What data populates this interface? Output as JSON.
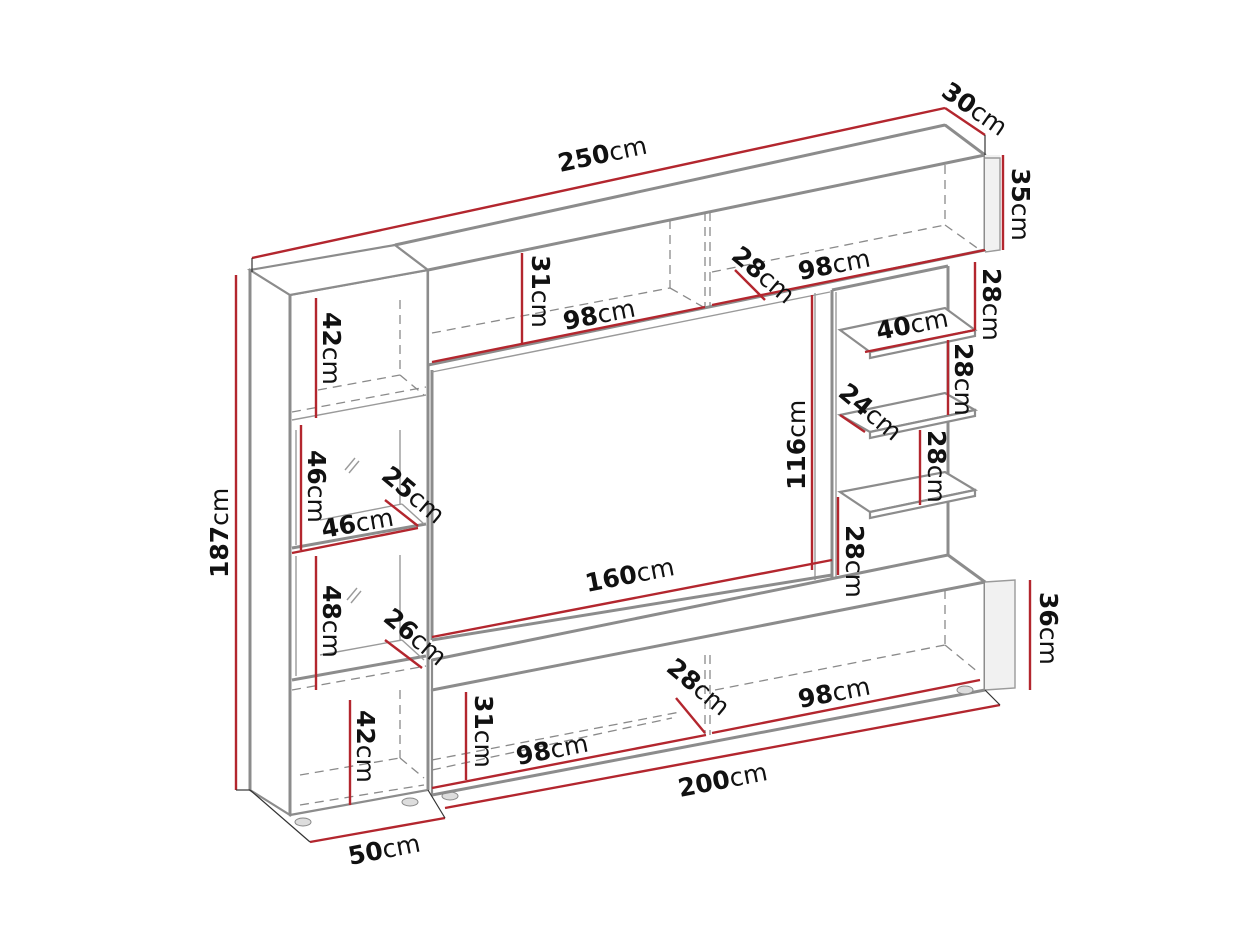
{
  "diagram": {
    "subject": "TV wall unit furniture dimensions",
    "colors": {
      "dimension_line": "#b3262e",
      "outline": "#8c8c8c",
      "text": "#111111",
      "background": "#ffffff"
    },
    "overall": {
      "width": {
        "value": "250",
        "unit": "cm"
      },
      "depth_top": {
        "value": "30",
        "unit": "cm"
      },
      "height": {
        "value": "187",
        "unit": "cm"
      },
      "bottom_depth": {
        "value": "50",
        "unit": "cm"
      },
      "bottom_width": {
        "value": "200",
        "unit": "cm"
      }
    },
    "top_cabinet": {
      "height_right": {
        "value": "35",
        "unit": "cm"
      },
      "inner_height": {
        "value": "31",
        "unit": "cm"
      },
      "left_compartment_width": {
        "value": "98",
        "unit": "cm"
      },
      "right_compartment_width": {
        "value": "98",
        "unit": "cm"
      },
      "depth": {
        "value": "28",
        "unit": "cm"
      }
    },
    "left_tower": {
      "top_compartment_height": {
        "value": "42",
        "unit": "cm"
      },
      "glass_section_1_height": {
        "value": "46",
        "unit": "cm"
      },
      "glass_section_1_width": {
        "value": "46",
        "unit": "cm"
      },
      "glass_section_1_depth": {
        "value": "25",
        "unit": "cm"
      },
      "glass_section_2_height": {
        "value": "48",
        "unit": "cm"
      },
      "glass_section_2_depth": {
        "value": "26",
        "unit": "cm"
      },
      "bottom_compartment_height": {
        "value": "42",
        "unit": "cm"
      }
    },
    "tv_opening": {
      "height": {
        "value": "116",
        "unit": "cm"
      },
      "width": {
        "value": "160",
        "unit": "cm"
      }
    },
    "right_shelves": {
      "shelf_width": {
        "value": "40",
        "unit": "cm"
      },
      "shelf_depth": {
        "value": "24",
        "unit": "cm"
      },
      "spacing_1": {
        "value": "28",
        "unit": "cm"
      },
      "spacing_2": {
        "value": "28",
        "unit": "cm"
      },
      "spacing_3": {
        "value": "28",
        "unit": "cm"
      },
      "spacing_bottom": {
        "value": "28",
        "unit": "cm"
      }
    },
    "bottom_cabinet": {
      "height_right": {
        "value": "36",
        "unit": "cm"
      },
      "inner_height": {
        "value": "31",
        "unit": "cm"
      },
      "left_compartment_width": {
        "value": "98",
        "unit": "cm"
      },
      "right_compartment_width": {
        "value": "98",
        "unit": "cm"
      },
      "depth": {
        "value": "28",
        "unit": "cm"
      }
    }
  }
}
